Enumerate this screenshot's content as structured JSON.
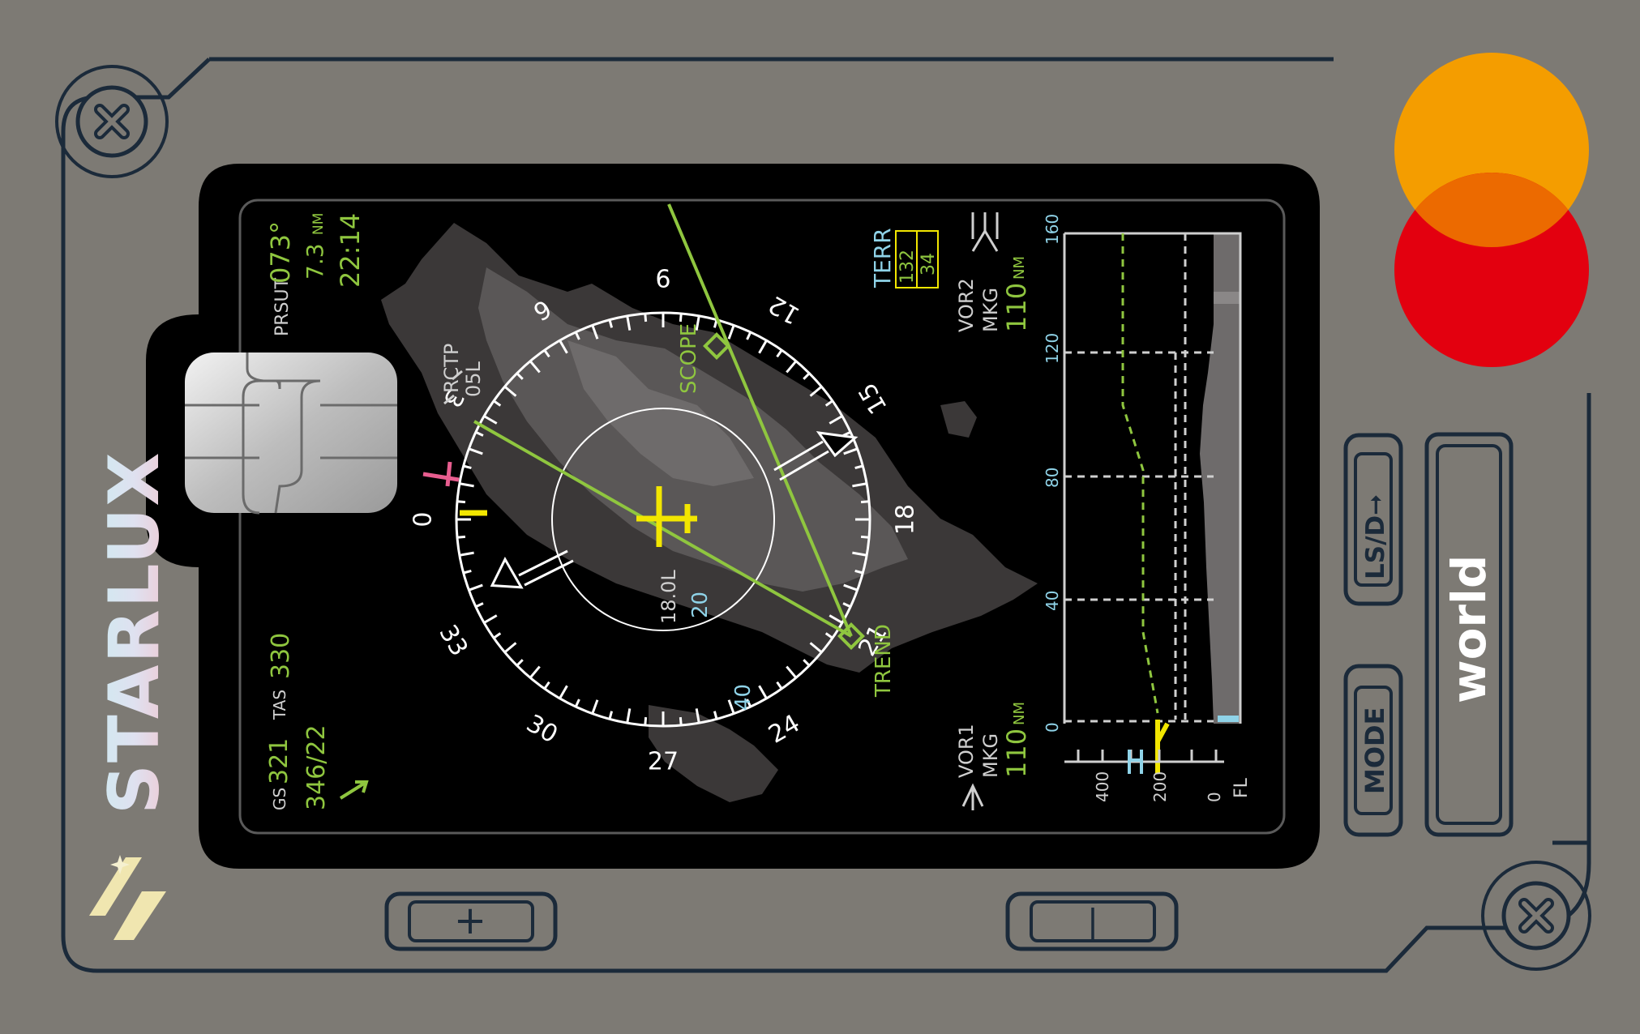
{
  "brand": {
    "name": "STARLUX",
    "card_tier": "world"
  },
  "colors": {
    "background": "#7d7a74",
    "display": "#000000",
    "green": "#8fc63f",
    "cyan": "#8fd3e8",
    "yellow": "#f2e600",
    "pink": "#e85d8f",
    "mc_orange": "#f49d00",
    "mc_red": "#e3000f",
    "mc_overlap": "#ec6a00",
    "outline": "#1b2a3a"
  },
  "buttons": {
    "ls_d": "LS/D➞",
    "mode": "MODE",
    "plus": "+",
    "minus": "|"
  },
  "nav": {
    "prsut_label": "PRSUT",
    "heading": "073°",
    "dist_value": "7.3",
    "dist_unit": "NM",
    "time": "22:14",
    "airport": "RCTP",
    "runway": "05L",
    "scope": "SCOPE",
    "trend": "TREND",
    "range_outer": "40",
    "range_inner": "20",
    "range_extra": "18.0L",
    "compass": [
      "0",
      "3",
      "6",
      "9",
      "12",
      "15",
      "18",
      "21",
      "24",
      "27",
      "30",
      "33"
    ]
  },
  "terr": {
    "label": "TERR",
    "upper": "132",
    "lower": "34"
  },
  "vor2": {
    "label": "VOR2",
    "id": "MKG",
    "dist": "110",
    "unit": "NM"
  },
  "vor1": {
    "label": "VOR1",
    "id": "MKG",
    "dist": "110",
    "unit": "NM"
  },
  "speeds": {
    "gs_label": "GS",
    "gs": "321",
    "tas_label": "TAS",
    "tas": "330",
    "wind": "346/22"
  },
  "vsd": {
    "y_ticks": [
      "160",
      "120",
      "80",
      "40",
      "0"
    ],
    "fl_ticks": [
      "400",
      "200",
      "0"
    ],
    "fl_label": "FL"
  }
}
